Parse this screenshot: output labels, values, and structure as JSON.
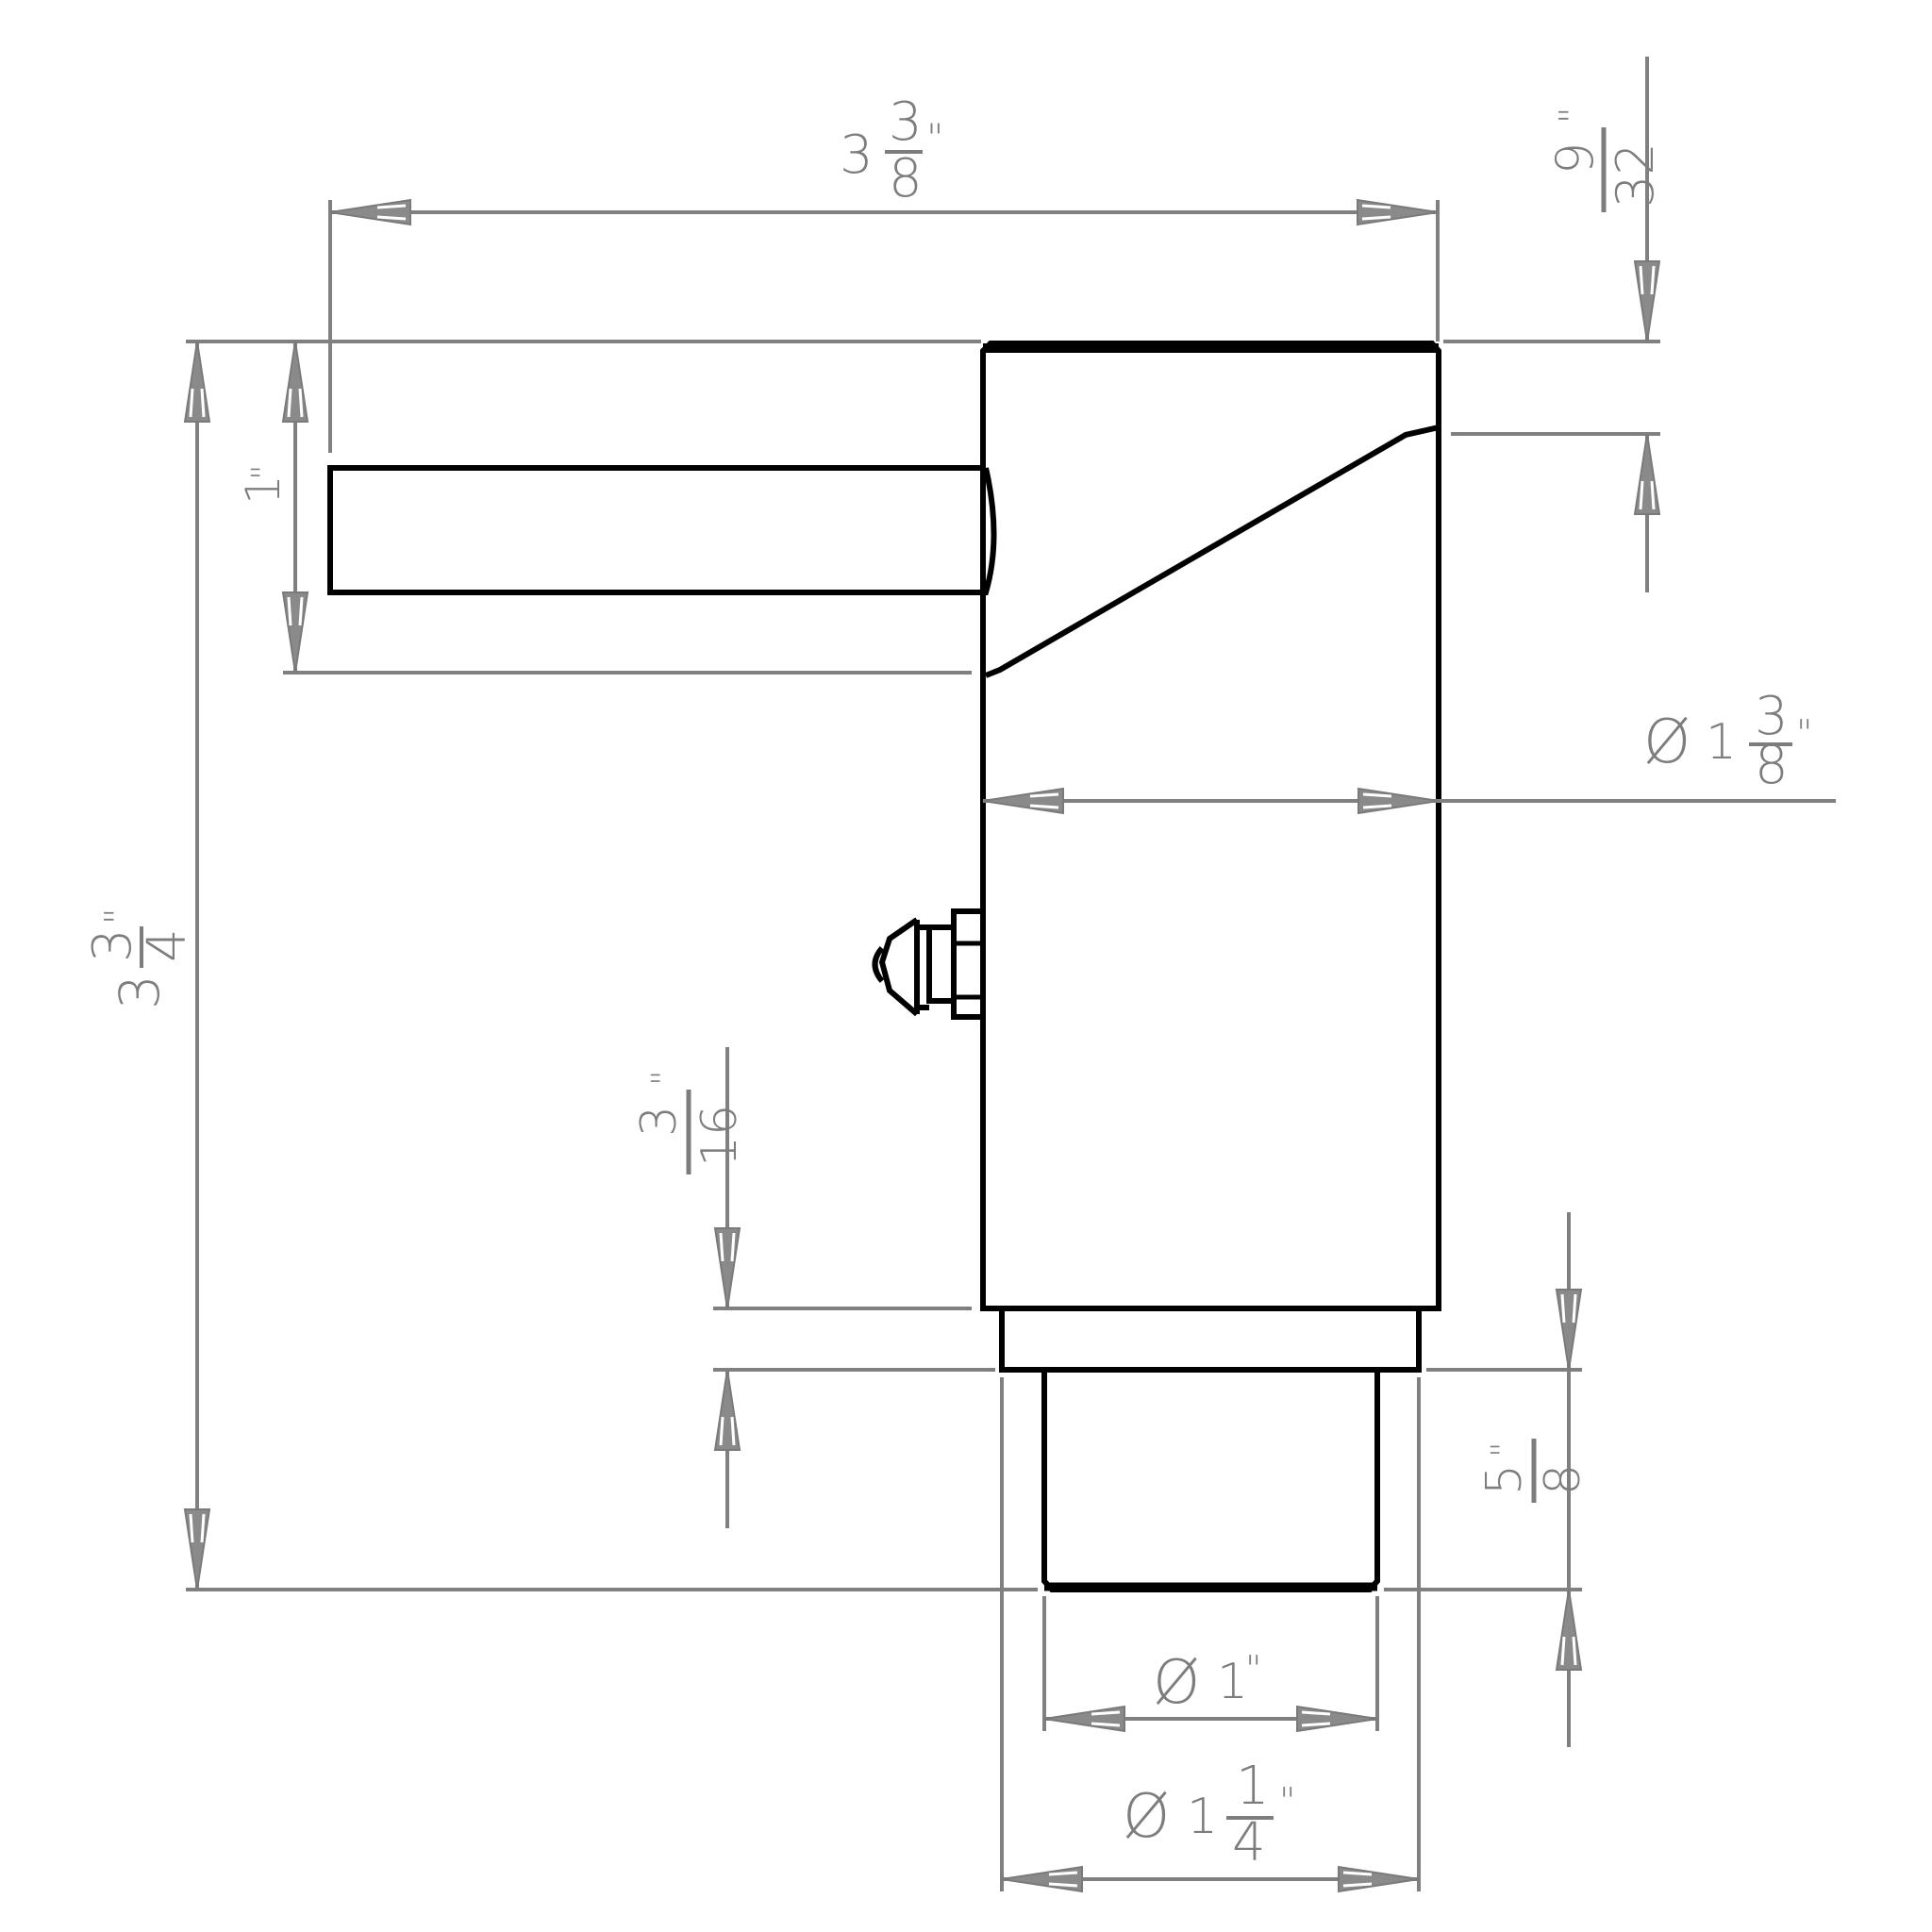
{
  "drawing": {
    "title": "Faucet body side view - dimensioned drawing",
    "units": "inches",
    "line_color": "#000000",
    "dimension_color": "#808080",
    "parts": [
      "handle",
      "body",
      "diagonal-cut",
      "grease-fitting",
      "collar",
      "threaded-spigot"
    ]
  },
  "dimensions": {
    "overall_width": {
      "whole": "3",
      "num": "3",
      "den": "8",
      "unit": "\"",
      "text": "3 3/8\""
    },
    "cap_height": {
      "whole": "",
      "num": "9",
      "den": "32",
      "unit": "\"",
      "text": "9/32\""
    },
    "handle_height": {
      "whole": "1",
      "unit": "\"",
      "text": "1\""
    },
    "overall_height": {
      "whole": "3",
      "num": "3",
      "den": "4",
      "unit": "\"",
      "text": "3 3/4\""
    },
    "body_diameter": {
      "prefix": "Ø",
      "whole": "1",
      "num": "3",
      "den": "8",
      "unit": "\"",
      "text": "Ø1 3/8\""
    },
    "collar_height": {
      "whole": "",
      "num": "3",
      "den": "16",
      "unit": "\"",
      "text": "3/16\""
    },
    "spigot_length": {
      "whole": "",
      "num": "5",
      "den": "8",
      "unit": "\"",
      "text": "5/8\""
    },
    "spigot_diameter": {
      "prefix": "Ø",
      "whole": "1",
      "unit": "\"",
      "text": "Ø1\""
    },
    "collar_diameter": {
      "prefix": "Ø",
      "whole": "1",
      "num": "1",
      "den": "4",
      "unit": "\"",
      "text": "Ø1 1/4\""
    }
  }
}
